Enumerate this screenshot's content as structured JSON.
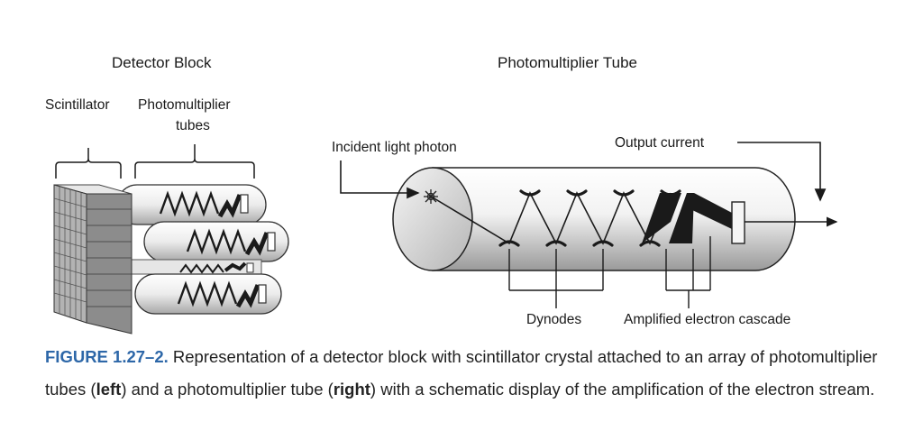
{
  "left": {
    "title": "Detector Block",
    "scintillator_label": "Scintillator",
    "pmt_label_line1": "Photomultiplier",
    "pmt_label_line2": "tubes"
  },
  "right": {
    "title": "Photomultiplier Tube",
    "incident_label": "Incident light photon",
    "output_label": "Output current",
    "dynodes_label": "Dynodes",
    "cascade_label": "Amplified electron cascade"
  },
  "caption": {
    "figure_label": "FIGURE 1.27–2.",
    "text_1": " Representation of a detector block with scintillator crystal attached to an array of photomultiplier tubes (",
    "bold_left": "left",
    "text_2": ") and a photomultiplier tube (",
    "bold_right": "right",
    "text_3": ") with a schematic display of the amplification of the electron stream."
  },
  "colors": {
    "caption_accent": "#2d67a8",
    "line": "#1a1a1a",
    "tube_fill": "#d9d9d9"
  }
}
